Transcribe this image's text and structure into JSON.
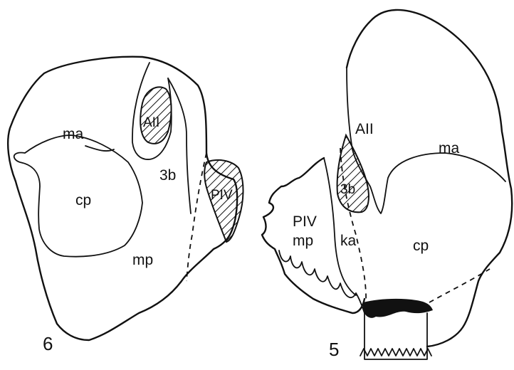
{
  "figure_6": {
    "number": "6",
    "labels": {
      "ma": "ma",
      "cp": "cp",
      "mp": "mp",
      "all": "AII",
      "three_b": "3b",
      "piv": "PIV"
    }
  },
  "figure_5": {
    "number": "5",
    "labels": {
      "all": "AII",
      "ma": "ma",
      "three_b": "3b",
      "piv": "PIV",
      "mp": "mp",
      "ka": "ka",
      "cp": "cp"
    }
  }
}
